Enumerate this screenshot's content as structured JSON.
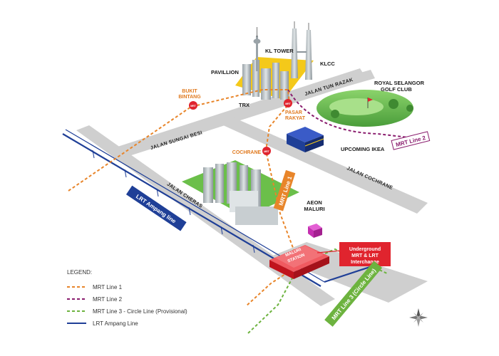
{
  "landmarks": {
    "kl_tower": "KL TOWER",
    "klcc": "KLCC",
    "pavillion": "PAVILLION",
    "trx": "TRX",
    "royal_selangor": [
      "ROYAL SELANGOR",
      "GOLF CLUB"
    ],
    "upcoming_ikea": "UPCOMING IKEA",
    "aeon_maluri": [
      "AEON",
      "MALURI"
    ]
  },
  "stations": {
    "bukit_bintang": [
      "BUKIT",
      "BINTANG"
    ],
    "pasar_rakyat": [
      "PASAR",
      "RAKYAT"
    ],
    "cochrane": "COCHRANE",
    "maluri": [
      "MALURI",
      "STATION"
    ],
    "badge": "MRT"
  },
  "roads": {
    "jalan_tun_razak": "JALAN TUN RAZAK",
    "jalan_sungai_besi": "JALAN SUNGAI BESI",
    "jalan_cochrane": "JALAN COCHRANE",
    "jalan_cheras": "JALAN CHERAS"
  },
  "line_tags": {
    "mrt_line_1": "MRT Line 1",
    "mrt_line_2": "MRT Line 2",
    "mrt_line_3": "MRT Line 3 (Circle Line)",
    "lrt_ampang": "LRT Ampang line"
  },
  "callout": [
    "Underground",
    "MRT & LRT",
    "Interchange"
  ],
  "legend": {
    "title": "LEGEND:",
    "items": [
      {
        "label": "MRT Line 1",
        "color": "#e8852a",
        "style": "dashed"
      },
      {
        "label": "MRT Line 2",
        "color": "#8a1d6e",
        "style": "dashed"
      },
      {
        "label": "MRT Line 3 - Circle Line (Provisional)",
        "color": "#6db33f",
        "style": "dashed"
      },
      {
        "label": "LRT Ampang Line",
        "color": "#1f3f97",
        "style": "solid"
      }
    ]
  },
  "colors": {
    "mrt1": "#e8852a",
    "mrt2": "#8a1d6e",
    "mrt3": "#6db33f",
    "lrt": "#1f3f97",
    "road": "#cfcfcf",
    "station_red": "#e0242e",
    "accent_yellow": "#f4c91a"
  },
  "icons": [
    "compass-rose-icon",
    "mrt-station-badge-icon",
    "golf-flag-icon"
  ]
}
